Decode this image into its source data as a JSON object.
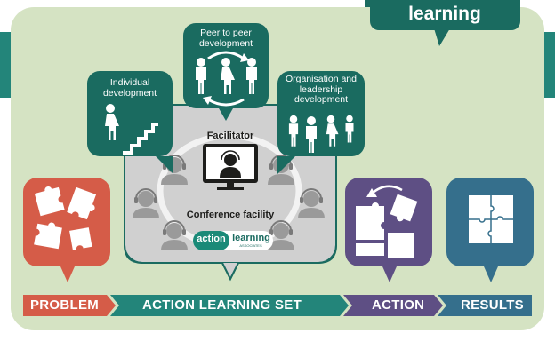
{
  "header": {
    "tab_text": "learning"
  },
  "topics": {
    "individual": "Individual development",
    "peer": "Peer to peer development",
    "organisation": "Organisation and leadership development"
  },
  "center": {
    "facilitator": "Facilitator",
    "conference": "Conference facility",
    "logo_word1": "action",
    "logo_word2": "learning",
    "logo_small": "ASSOCIATES"
  },
  "flow": {
    "problem": "PROBLEM",
    "set": "ACTION LEARNING SET",
    "action": "ACTION",
    "results": "RESULTS"
  },
  "colors": {
    "background": "#d5e3c3",
    "teal_dark": "#1a6b60",
    "teal_arrow": "#23857a",
    "problem_red": "#d55c48",
    "action_purple": "#5e4f84",
    "results_blue": "#356f8c",
    "grey_panel": "#d0d0d0",
    "person_grey": "#9a9a9a"
  },
  "icons": [
    "puzzle-pieces-icon",
    "person-on-stairs-icon",
    "people-exchange-icon",
    "organisation-people-icon",
    "facilitator-monitor-icon",
    "headset-person-icon",
    "puzzle-assembling-icon",
    "completed-puzzle-icon"
  ]
}
